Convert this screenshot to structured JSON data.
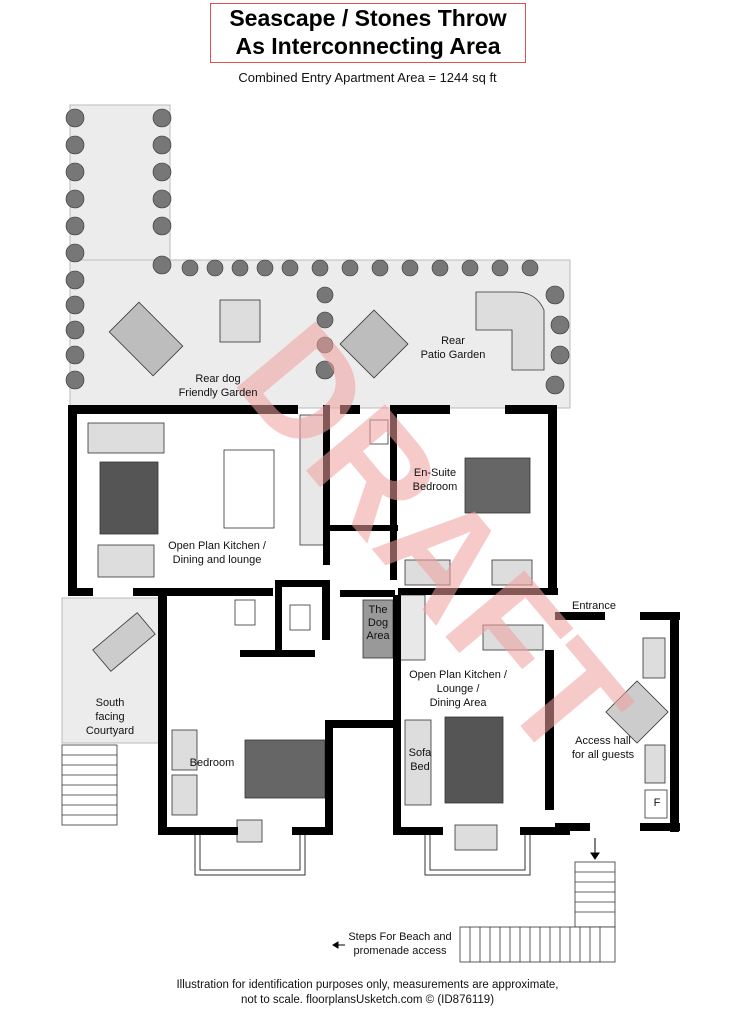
{
  "header": {
    "title_lines": [
      "Seascape / Stones Throw",
      "As Interconnecting Area"
    ],
    "subtitle": "Combined Entry Apartment Area = 1244 sq ft"
  },
  "rooms": {
    "rear_dog_garden": [
      "Rear dog",
      "Friendly Garden"
    ],
    "rear_patio": [
      "Rear",
      "Patio Garden"
    ],
    "ensuite_bedroom": [
      "En-Suite",
      "Bedroom"
    ],
    "kitchen_dining_lounge": [
      "Open Plan Kitchen /",
      "Dining and lounge"
    ],
    "dog_area": [
      "The",
      "Dog",
      "Area"
    ],
    "entrance": "Entrance",
    "kitchen_lounge_dining": [
      "Open Plan Kitchen /",
      "Lounge /",
      "Dining Area"
    ],
    "courtyard": [
      "South",
      "facing",
      "Courtyard"
    ],
    "bedroom": "Bedroom",
    "sofa_bed": [
      "Sofa",
      "Bed"
    ],
    "access_hall": [
      "Access hall",
      "for all guests"
    ],
    "fridge": "F",
    "steps": [
      "Steps For Beach and",
      "promenade access"
    ]
  },
  "watermark": "DRAFT",
  "footer": {
    "lines": [
      "Illustration for identification purposes only, measurements are approximate,",
      "not to scale. floorplansUsketch.com © (ID876119)"
    ]
  },
  "colors": {
    "wall": "#000000",
    "furniture": "#8a8a8a",
    "garden": "#ececec",
    "title_border": "#d9534f",
    "watermark": "#f2a0a0"
  }
}
